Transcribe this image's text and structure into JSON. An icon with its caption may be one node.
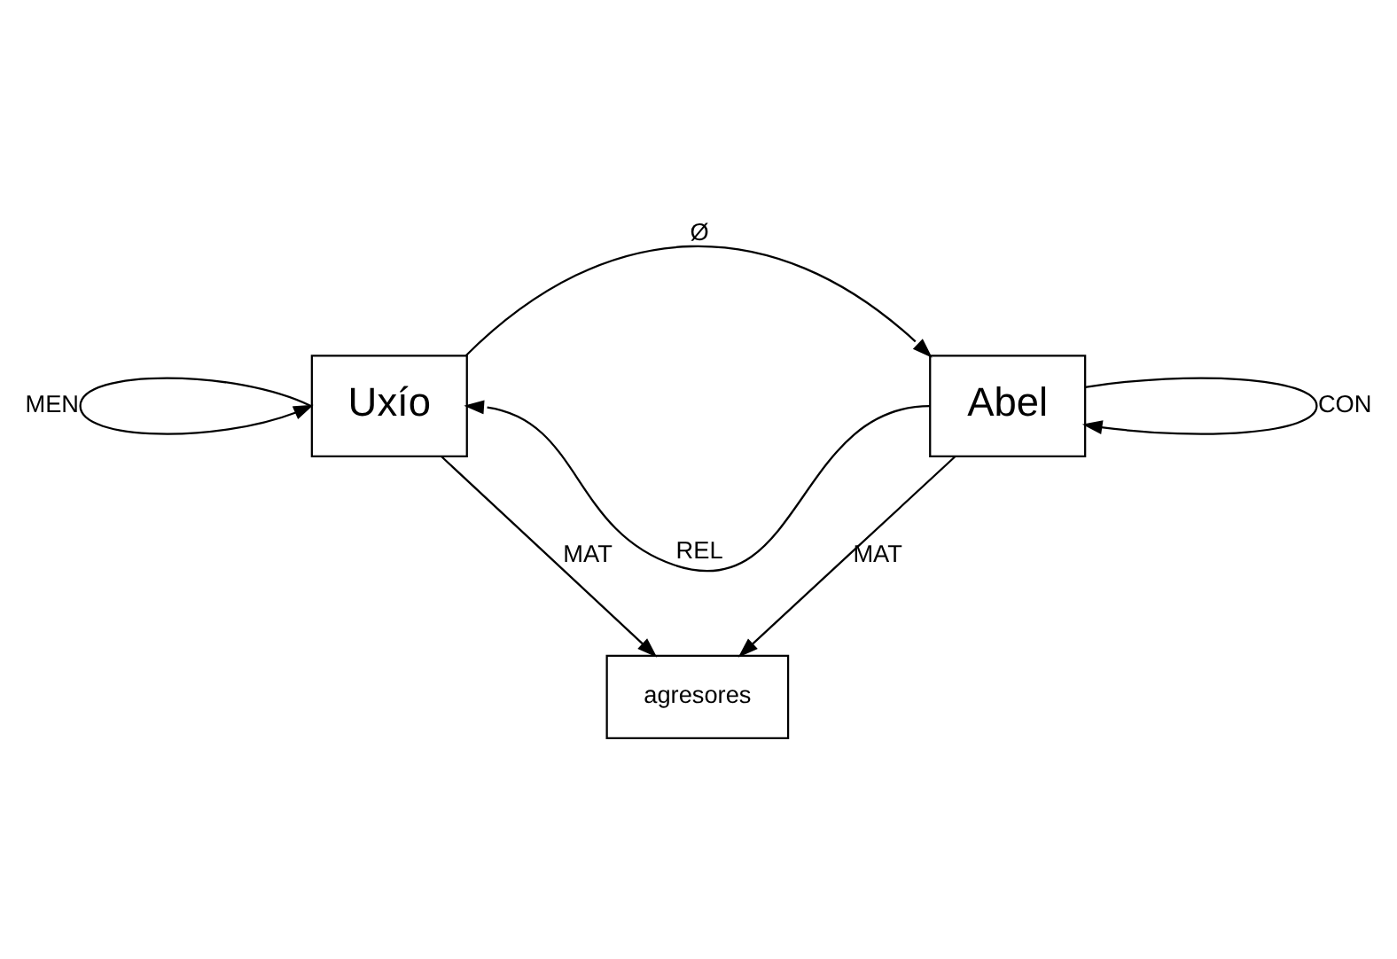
{
  "diagram": {
    "nodes": [
      {
        "text": [
          "Uxío"
        ]
      },
      {
        "text": [
          "Abel"
        ]
      },
      {
        "text": [
          "agresores"
        ]
      }
    ],
    "edges": [
      {
        "from": 0,
        "to": 1,
        "arrow": "to",
        "label": "Ø"
      },
      {
        "from": 0,
        "to": 0,
        "arrow": "to",
        "label": "MEN"
      },
      {
        "from": 1,
        "to": 1,
        "arrow": "to",
        "label": "CON"
      },
      {
        "from": 1,
        "to": 0,
        "arrow": "to",
        "label": "REL"
      },
      {
        "from": 0,
        "to": 2,
        "arrow": "to",
        "label": "MAT"
      },
      {
        "from": 1,
        "to": 2,
        "arrow": "to",
        "label": "MAT"
      }
    ]
  }
}
